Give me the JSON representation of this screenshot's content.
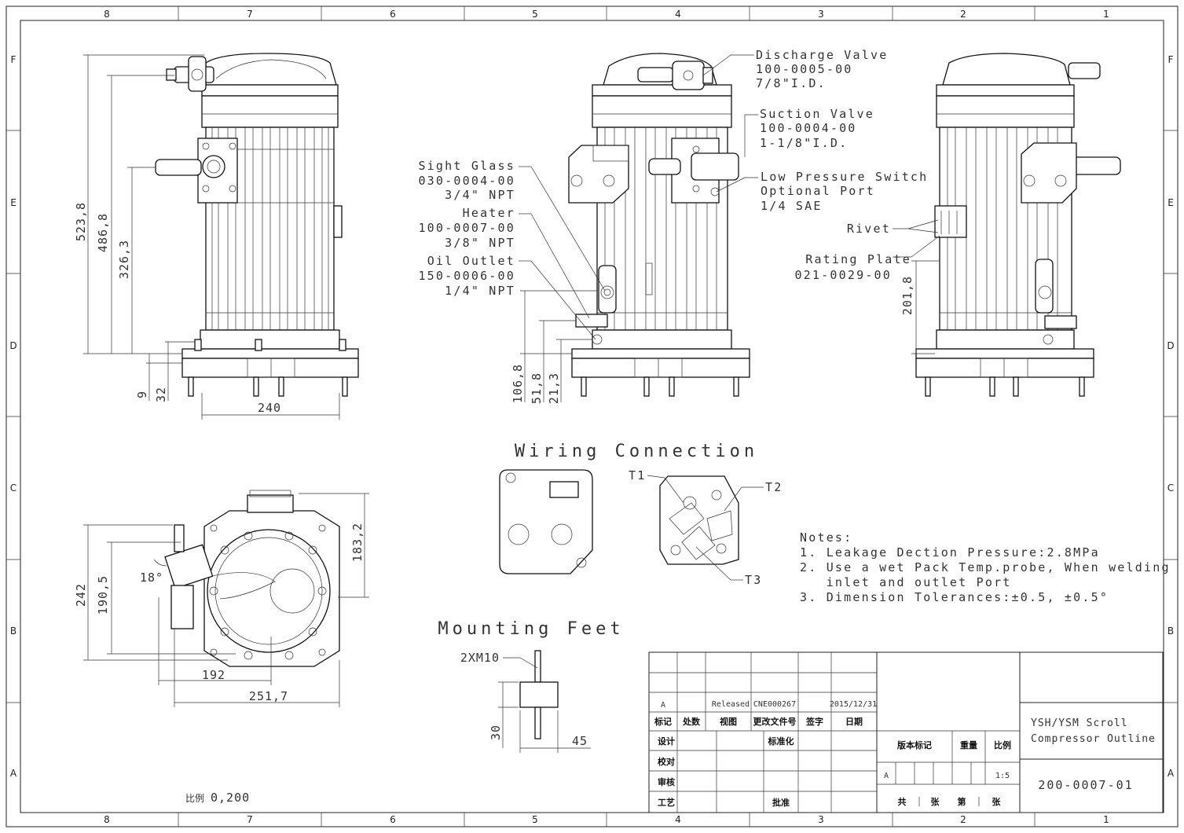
{
  "border": {
    "columns": [
      "8",
      "7",
      "6",
      "5",
      "4",
      "3",
      "2",
      "1"
    ],
    "rows": [
      "F",
      "E",
      "D",
      "C",
      "B",
      "A"
    ]
  },
  "callouts": {
    "discharge_valve": [
      "Discharge Valve",
      "100-0005-00",
      "7/8\"I.D."
    ],
    "suction_valve": [
      "Suction Valve",
      "100-0004-00",
      "1-1/8\"I.D."
    ],
    "low_pressure_switch": [
      "Low Pressure Switch",
      "Optional Port",
      "1/4 SAE"
    ],
    "sight_glass": [
      "Sight Glass",
      "030-0004-00",
      "3/4\" NPT"
    ],
    "heater": [
      "Heater",
      "100-0007-00",
      "3/8\" NPT"
    ],
    "oil_outlet": [
      "Oil Outlet",
      "150-0006-00",
      "1/4\" NPT"
    ],
    "rivet": "Rivet",
    "rating_plate": [
      "Rating Plate",
      "021-0029-00"
    ]
  },
  "dimensions": {
    "front": {
      "h1": "523,8",
      "h2": "486,8",
      "h3": "326,3",
      "b1": "9",
      "b2": "32",
      "width": "240"
    },
    "side": {
      "d1": "106,8",
      "d2": "51,8",
      "d3": "21,3"
    },
    "rear": {
      "d1": "201,8"
    },
    "top": {
      "h1": "242",
      "h2": "190,5",
      "angle": "18°",
      "h3": "183,2",
      "w1": "192",
      "w2": "251,7"
    },
    "feet": {
      "thread": "2XM10",
      "h": "30",
      "w": "45"
    }
  },
  "sections": {
    "wiring": "Wiring Connection",
    "terminals": [
      "T1",
      "T2",
      "T3"
    ],
    "mounting": "Mounting Feet"
  },
  "notes": {
    "heading": "Notes:",
    "lines": [
      "1. Leakage Dection Pressure:2.8MPa",
      "2. Use a wet Pack Temp.probe, When welding",
      "   inlet and outlet Port",
      "3. Dimension Tolerances:±0.5, ±0.5°"
    ]
  },
  "scale_note": {
    "label": "比例",
    "value": "0,200"
  },
  "title_block": {
    "rev_row": {
      "mark": "A",
      "status": "Released",
      "change": "CNE000267",
      "date": "2015/12/31"
    },
    "headers": [
      "标记",
      "处数",
      "视图",
      "更改文件号",
      "签字",
      "日期"
    ],
    "left_rows": [
      "设计",
      "校对",
      "审核",
      "工艺"
    ],
    "std": "标准化",
    "approve": "批准",
    "mid_headers": [
      "版本标记",
      "重量",
      "比例"
    ],
    "version": "A",
    "scale": "1:5",
    "sheet": [
      "共",
      "张",
      "第",
      "张"
    ],
    "name_line1": "YSH/YSM Scroll",
    "name_line2": "Compressor Outline",
    "drawing_no": "200-0007-01"
  }
}
